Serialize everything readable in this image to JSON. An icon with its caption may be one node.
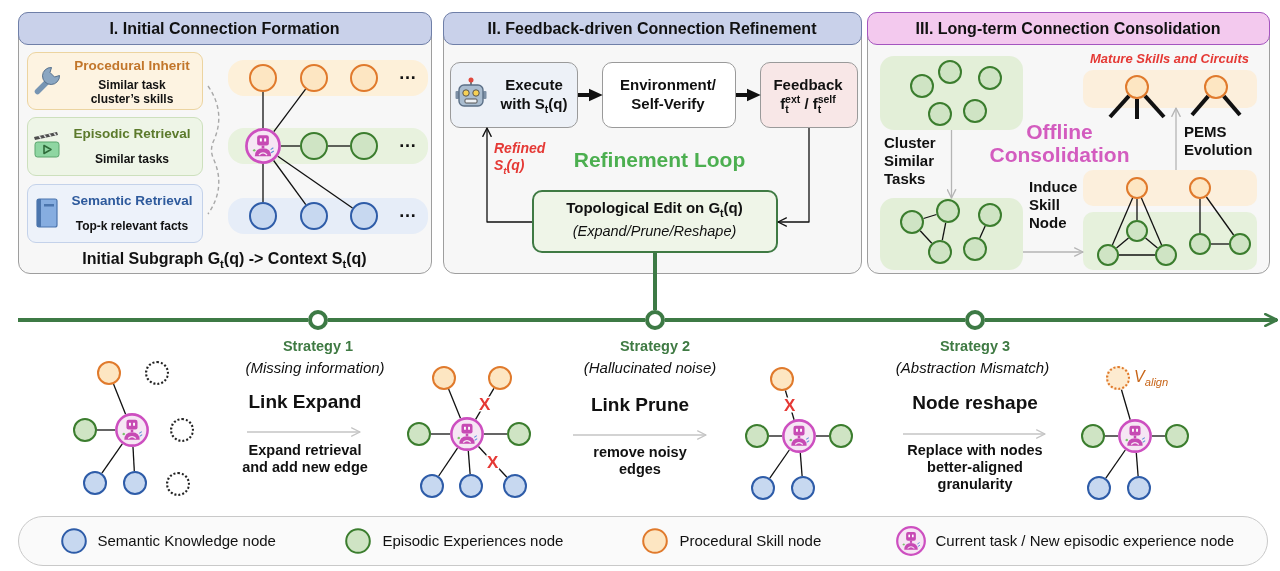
{
  "diagram": {
    "nodes": [
      {
        "text": [
          "I. Initial Connection Formation",
          "Initial Subgraph G$_{t}$(q) -> Context S$_{t}$(q)"
        ]
      },
      {
        "text": [
          "Procedural Inherit",
          "Similar task cluster’s skills"
        ],
        "in": 0
      },
      {
        "text": [
          "Episodic Retrieval",
          "Similar tasks"
        ],
        "in": 0
      },
      {
        "text": [
          "Semantic Retrieval",
          "Top-k relevant facts"
        ],
        "in": 0
      },
      {
        "text": [
          "…"
        ],
        "in": 0
      },
      {
        "text": [],
        "shape": "circle",
        "in": 4
      },
      {
        "text": [],
        "shape": "circle",
        "in": 4
      },
      {
        "text": [],
        "shape": "circle",
        "in": 4
      },
      {
        "text": [
          "…"
        ],
        "in": 0
      },
      {
        "text": [],
        "shape": "picture",
        "in": 8
      },
      {
        "text": [],
        "shape": "circle",
        "in": 8
      },
      {
        "text": [],
        "shape": "circle",
        "in": 8
      },
      {
        "text": [
          "…"
        ],
        "in": 0
      },
      {
        "text": [],
        "shape": "circle",
        "in": 12
      },
      {
        "text": [],
        "shape": "circle",
        "in": 12
      },
      {
        "text": [],
        "shape": "circle",
        "in": 12
      },
      {
        "text": [
          "II. Feedback-driven Connection Refinement",
          "Refinement Loop"
        ]
      },
      {
        "text": [
          "Execute with S$_{t}$(q)"
        ],
        "in": 16
      },
      {
        "text": [
          "Environment/ Self-Verify"
        ],
        "in": 16
      },
      {
        "text": [
          "Feedback f$_{t}$$^{ext}$ / f$_{t}$$^{self}$"
        ],
        "in": 16
      },
      {
        "text": [
          "Topological Edit on G$_{t}$(q)",
          "(Expand/Prune/Reshape)"
        ],
        "in": 16
      },
      {
        "text": [
          "III. Long-term Connection Consolidation",
          "Offline Consolidation"
        ]
      },
      {
        "text": [],
        "shape": "box",
        "in": 21
      },
      {
        "text": [],
        "shape": "circle",
        "in": 22
      },
      {
        "text": [],
        "shape": "circle",
        "in": 22
      },
      {
        "text": [],
        "shape": "circle",
        "in": 22
      },
      {
        "text": [],
        "shape": "circle",
        "in": 22
      },
      {
        "text": [],
        "shape": "circle",
        "in": 22
      },
      {
        "text": [],
        "shape": "box",
        "in": 21
      },
      {
        "text": [],
        "shape": "circle",
        "in": 28
      },
      {
        "text": [],
        "shape": "circle",
        "in": 28
      },
      {
        "text": [],
        "shape": "circle",
        "in": 28
      },
      {
        "text": [],
        "shape": "circle",
        "in": 28
      },
      {
        "text": [],
        "shape": "circle",
        "in": 28
      },
      {
        "text": [],
        "shape": "box",
        "in": 21,
        "beside": [
          "Mature Skills and Circuits"
        ]
      },
      {
        "text": [],
        "shape": "circle",
        "in": 34
      },
      {
        "text": [],
        "shape": "circle",
        "in": 34
      },
      {
        "text": [],
        "shape": "box",
        "in": 21
      },
      {
        "text": [],
        "shape": "circle",
        "in": 37
      },
      {
        "text": [],
        "shape": "circle",
        "in": 37
      },
      {
        "text": [],
        "shape": "box",
        "in": 21
      },
      {
        "text": [],
        "shape": "circle",
        "in": 40
      },
      {
        "text": [],
        "shape": "circle",
        "in": 40
      },
      {
        "text": [],
        "shape": "circle",
        "in": 40
      },
      {
        "text": [],
        "shape": "circle",
        "in": 40
      },
      {
        "text": [],
        "shape": "circle",
        "in": 40
      },
      {
        "text": [],
        "shape": "circle",
        "beside": [
          "Strategy 1"
        ]
      },
      {
        "text": [],
        "shape": "circle",
        "beside": [
          "Strategy 2"
        ]
      },
      {
        "text": [],
        "shape": "circle",
        "beside": [
          "Strategy 3"
        ]
      },
      {
        "text": [],
        "shape": "circle"
      },
      {
        "text": [],
        "shape": "circle"
      },
      {
        "text": [],
        "shape": "circle"
      },
      {
        "text": [],
        "shape": "picture"
      },
      {
        "text": [],
        "shape": "circle"
      },
      {
        "text": [],
        "shape": "circle"
      },
      {
        "text": [],
        "shape": "circle"
      },
      {
        "text": [],
        "shape": "circle"
      },
      {
        "text": [],
        "shape": "circle"
      },
      {
        "text": [],
        "shape": "circle"
      },
      {
        "text": [],
        "shape": "circle"
      },
      {
        "text": [],
        "shape": "picture"
      },
      {
        "text": [],
        "shape": "circle"
      },
      {
        "text": [],
        "shape": "circle"
      },
      {
        "text": [],
        "shape": "circle"
      },
      {
        "text": [],
        "shape": "circle"
      },
      {
        "text": [],
        "shape": "circle"
      },
      {
        "text": [],
        "shape": "circle"
      },
      {
        "text": [],
        "shape": "picture"
      },
      {
        "text": [],
        "shape": "circle"
      },
      {
        "text": [],
        "shape": "circle"
      },
      {
        "text": [],
        "shape": "circle"
      },
      {
        "text": [],
        "shape": "circle",
        "beside": [
          "V$_{align}$"
        ]
      },
      {
        "text": [],
        "shape": "circle"
      },
      {
        "text": [],
        "shape": "picture"
      },
      {
        "text": [],
        "shape": "circle"
      },
      {
        "text": [],
        "shape": "circle"
      },
      {
        "text": [],
        "shape": "circle"
      }
    ],
    "edges": [
      {
        "from": 9,
        "to": 5,
        "arrow": "none"
      },
      {
        "from": 9,
        "to": 6,
        "arrow": "none"
      },
      {
        "from": 9,
        "to": 10,
        "arrow": "none"
      },
      {
        "from": 10,
        "to": 11,
        "arrow": "none"
      },
      {
        "from": 9,
        "to": 13,
        "arrow": "none"
      },
      {
        "from": 9,
        "to": 14,
        "arrow": "none"
      },
      {
        "from": 9,
        "to": 15,
        "arrow": "none"
      },
      {
        "from": 17,
        "to": 18,
        "arrow": "to",
        "style": "thick"
      },
      {
        "from": 18,
        "to": 19,
        "arrow": "to",
        "style": "thick"
      },
      {
        "from": 19,
        "to": 20,
        "arrow": "to"
      },
      {
        "from": 20,
        "to": 17,
        "arrow": "to",
        "label": "Refined S$_{t}$(q)"
      },
      {
        "from": 20,
        "to": 47,
        "arrow": "none",
        "style": "thick",
        "color": "#3d7a45"
      },
      {
        "from": 22,
        "to": 28,
        "arrow": "to",
        "label": "Cluster Similar Tasks",
        "color": "#b5b5b5"
      },
      {
        "from": 29,
        "to": 30,
        "arrow": "none"
      },
      {
        "from": 29,
        "to": 32,
        "arrow": "none"
      },
      {
        "from": 30,
        "to": 32,
        "arrow": "none"
      },
      {
        "from": 31,
        "to": 33,
        "arrow": "none"
      },
      {
        "from": 28,
        "to": 40,
        "arrow": "to",
        "label": "Induce Skill Node",
        "color": "#b5b5b5"
      },
      {
        "from": 38,
        "to": 41,
        "arrow": "none"
      },
      {
        "from": 38,
        "to": 42,
        "arrow": "none"
      },
      {
        "from": 38,
        "to": 43,
        "arrow": "none"
      },
      {
        "from": 41,
        "to": 42,
        "arrow": "none"
      },
      {
        "from": 41,
        "to": 43,
        "arrow": "none"
      },
      {
        "from": 42,
        "to": 43,
        "arrow": "none"
      },
      {
        "from": 39,
        "to": 44,
        "arrow": "none"
      },
      {
        "from": 39,
        "to": 45,
        "arrow": "none"
      },
      {
        "from": 44,
        "to": 45,
        "arrow": "none"
      },
      {
        "from": 37,
        "to": 34,
        "arrow": "to",
        "label": "PEMS Evolution",
        "color": "#b5b5b5"
      },
      {
        "from": 35,
        "to": null,
        "arrow": "none",
        "style": "thick"
      },
      {
        "from": 35,
        "to": null,
        "arrow": "none",
        "style": "thick"
      },
      {
        "from": 35,
        "to": null,
        "arrow": "none",
        "style": "thick"
      },
      {
        "from": 36,
        "to": null,
        "arrow": "none",
        "style": "thick"
      },
      {
        "from": 36,
        "to": null,
        "arrow": "none",
        "style": "thick"
      },
      {
        "from": null,
        "to": 46,
        "arrow": "none",
        "style": "thick",
        "color": "#3d7a45"
      },
      {
        "from": 46,
        "to": 47,
        "arrow": "none",
        "style": "thick",
        "color": "#3d7a45"
      },
      {
        "from": 47,
        "to": 48,
        "arrow": "none",
        "style": "thick",
        "color": "#3d7a45"
      },
      {
        "from": 48,
        "to": null,
        "arrow": "to",
        "style": "thick",
        "color": "#3d7a45"
      },
      {
        "from": 52,
        "to": 49,
        "arrow": "none"
      },
      {
        "from": 52,
        "to": 51,
        "arrow": "none"
      },
      {
        "from": 52,
        "to": 54,
        "arrow": "none"
      },
      {
        "from": 52,
        "to": 55,
        "arrow": "none"
      },
      {
        "from": 60,
        "to": 57,
        "arrow": "none"
      },
      {
        "from": 60,
        "to": 58,
        "arrow": "none",
        "label": "X"
      },
      {
        "from": 60,
        "to": 59,
        "arrow": "none"
      },
      {
        "from": 60,
        "to": 61,
        "arrow": "none"
      },
      {
        "from": 60,
        "to": 62,
        "arrow": "none"
      },
      {
        "from": 60,
        "to": 63,
        "arrow": "none"
      },
      {
        "from": 60,
        "to": 64,
        "arrow": "none",
        "label": "X"
      },
      {
        "from": 67,
        "to": 65,
        "arrow": "none",
        "label": "X"
      },
      {
        "from": 67,
        "to": 66,
        "arrow": "none"
      },
      {
        "from": 67,
        "to": 68,
        "arrow": "none"
      },
      {
        "from": 67,
        "to": 69,
        "arrow": "none"
      },
      {
        "from": 67,
        "to": 70,
        "arrow": "none"
      },
      {
        "from": 73,
        "to": 71,
        "arrow": "none"
      },
      {
        "from": 73,
        "to": 72,
        "arrow": "none"
      },
      {
        "from": 73,
        "to": 74,
        "arrow": "none"
      },
      {
        "from": 73,
        "to": 75,
        "arrow": "none"
      },
      {
        "from": 73,
        "to": 76,
        "arrow": "none"
      }
    ],
    "labels": [
      "(Missing information)",
      "Link Expand",
      "Expand retrieval and add new edge",
      "(Hallucinated noise)",
      "Link Prune",
      "remove noisy edges",
      "(Abstraction Mismatch)",
      "Node reshape",
      "Replace with nodes better-aligned granularity"
    ],
    "legend": [
      {
        "text": "Semantic Knowledge node",
        "color": "#c7d8f0"
      },
      {
        "text": "Episodic Experiences node",
        "color": "#cfe4c4"
      },
      {
        "text": "Procedural Skill node",
        "color": "#fde6c2"
      },
      {
        "text": "Current task / New episodic experience node"
      }
    ]
  }
}
